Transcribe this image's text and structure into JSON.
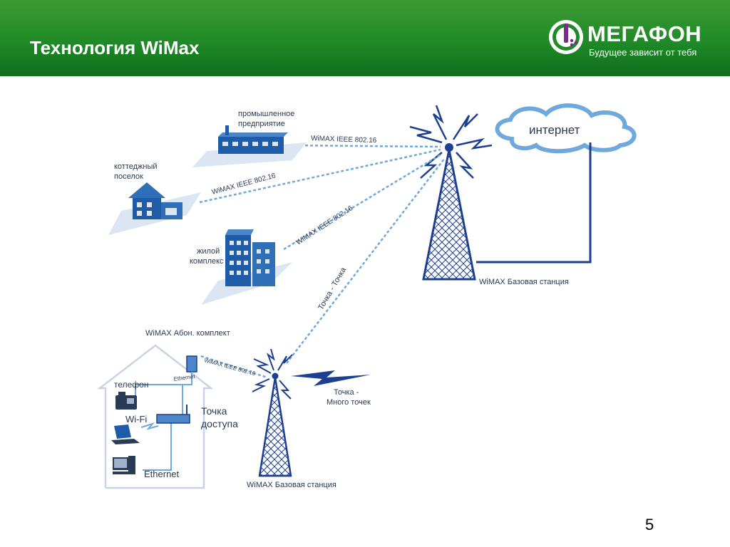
{
  "header": {
    "title": "Технология WiMax",
    "logo_name": "МЕГАФОН",
    "logo_tagline": "Будущее зависит от тебя"
  },
  "diagram": {
    "internet_label": "интернет",
    "main_station_label": "WiMAX  Базовая станция",
    "second_station_label": "WiMAX  Базовая станция",
    "industrial_label_1": "промышленное",
    "industrial_label_2": "предприятие",
    "cottage_label_1": "коттеджный",
    "cottage_label_2": "поселок",
    "residential_label_1": "жилой",
    "residential_label_2": "комплекс",
    "link_industrial": "WiMAX IEEE 802.16",
    "link_cottage": "WiMAX IEEE 802.16",
    "link_residential": "WiMAX IEEE 802.16",
    "link_p2p": "Точка - Точка",
    "link_subscriber": "WiMAX IEEE 802.16",
    "subscriber_kit_label": "WiMAX  Абон. комплект",
    "phone_label": "телефон",
    "ethernet_small_label": "Ethernet",
    "wifi_label": "Wi-Fi",
    "access_point_label_1": "Точка",
    "access_point_label_2": "доступа",
    "ethernet_label": "Ethernet",
    "p2mp_label_1": "Точка -",
    "p2mp_label_2": "Много точек"
  },
  "colors": {
    "header_green": "#1f8a27",
    "link_blue": "#6fa8dc",
    "tower_blue": "#1d3f8f",
    "building_blue": "#1e5ba8",
    "ground": "#dce6f2"
  },
  "footer": {
    "page_number": "5"
  }
}
